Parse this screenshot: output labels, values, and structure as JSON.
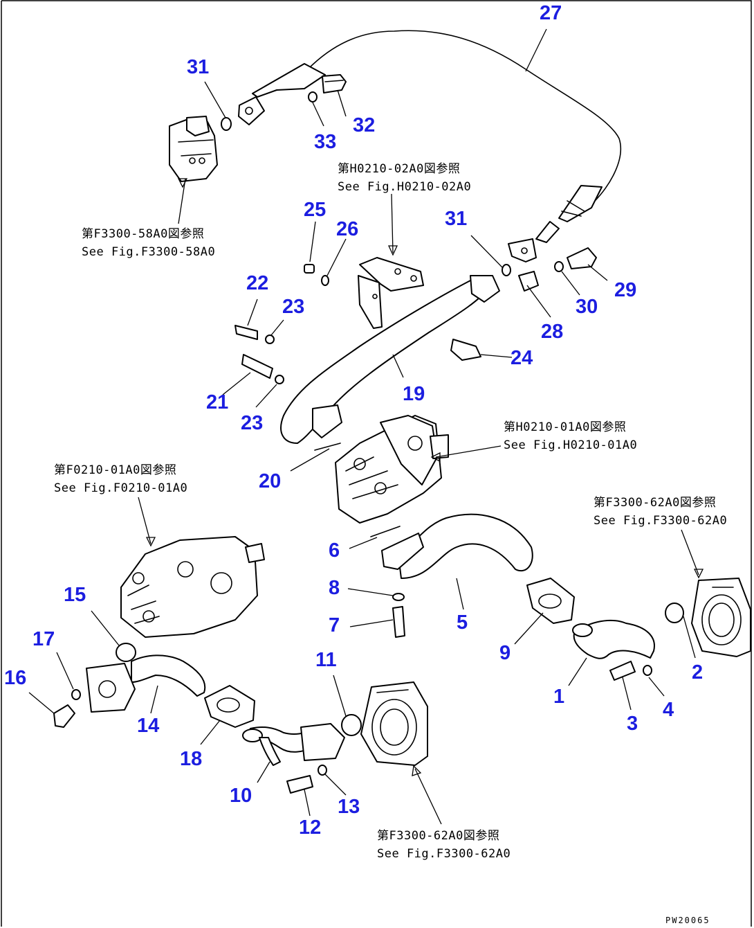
{
  "callouts": {
    "c1": "1",
    "c2": "2",
    "c3": "3",
    "c4": "4",
    "c5": "5",
    "c6": "6",
    "c7": "7",
    "c8": "8",
    "c9": "9",
    "c10": "10",
    "c11": "11",
    "c12": "12",
    "c13": "13",
    "c14": "14",
    "c15": "15",
    "c16": "16",
    "c17": "17",
    "c18": "18",
    "c19": "19",
    "c20": "20",
    "c21": "21",
    "c22": "22",
    "c23a": "23",
    "c23b": "23",
    "c24": "24",
    "c25": "25",
    "c26": "26",
    "c27": "27",
    "c28": "28",
    "c29": "29",
    "c30": "30",
    "c31a": "31",
    "c31b": "31",
    "c32": "32",
    "c33": "33"
  },
  "references": {
    "valve_ja": "第F3300-58A0図参照",
    "valve_en": "See Fig.F3300-58A0",
    "bracket_ja": "第H0210-02A0図参照",
    "bracket_en": "See Fig.H0210-02A0",
    "pump_ja": "第H0210-01A0図参照",
    "pump_en": "See Fig.H0210-01A0",
    "pump2_ja": "第F0210-01A0図参照",
    "pump2_en": "See Fig.F0210-01A0",
    "tank_right_ja": "第F3300-62A0図参照",
    "tank_right_en": "See Fig.F3300-62A0",
    "tank_bottom_ja": "第F3300-62A0図参照",
    "tank_bottom_en": "See Fig.F3300-62A0"
  },
  "footer_code": "PW20065"
}
